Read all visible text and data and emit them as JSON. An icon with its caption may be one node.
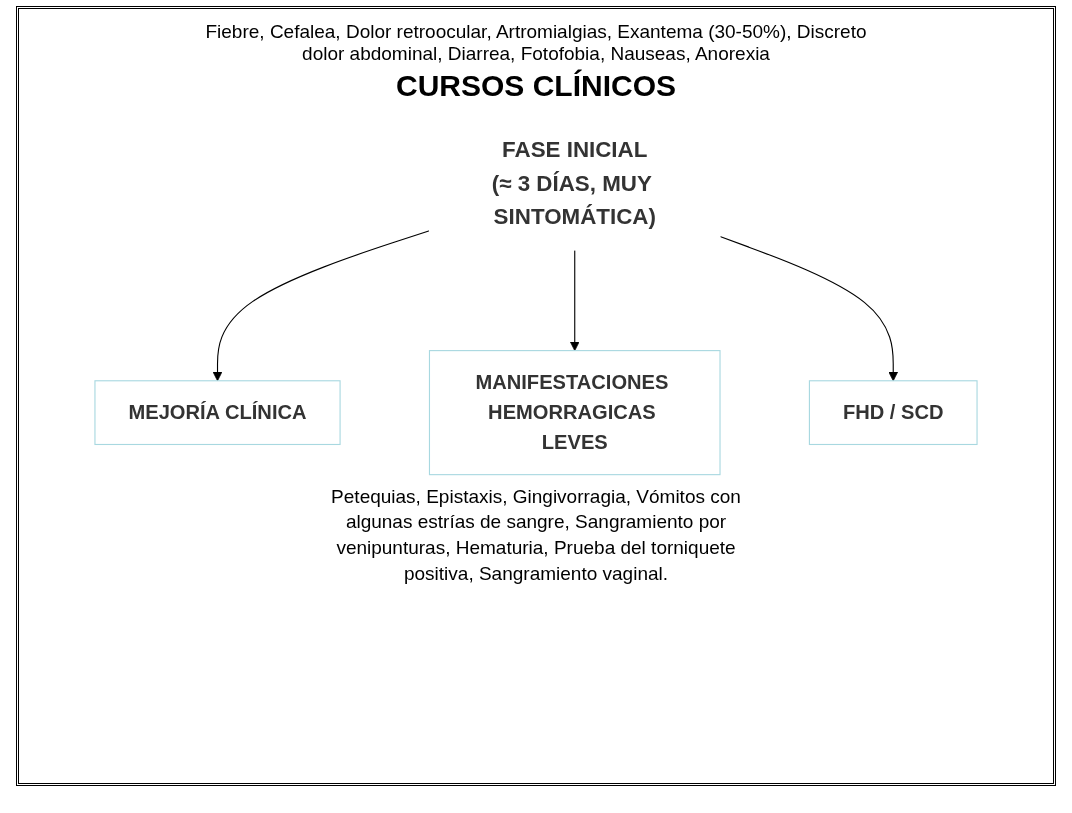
{
  "diagram": {
    "nodes": [
      {
        "text": [
          "FASE INICIAL",
          "(≈ 3 DÍAS, MUY SINTOMÁTICA)"
        ]
      },
      {
        "text": [
          "MEJORÍA CLÍNICA"
        ]
      },
      {
        "text": [
          "MANIFESTACIONES HEMORRAGICAS LEVES"
        ],
        "beside": [
          "Petequias, Epistaxis, Gingivorragia, Vómitos con algunas estrías de sangre, Sangramiento por venipunturas, Hematuria, Prueba del torniquete positiva, Sangramiento vaginal."
        ]
      },
      {
        "text": [
          "FHD / SCD"
        ]
      }
    ],
    "edges": [
      {
        "from": 0,
        "to": 1,
        "arrow": "to"
      },
      {
        "from": 0,
        "to": 2,
        "arrow": "to"
      },
      {
        "from": 0,
        "to": 3,
        "arrow": "to"
      }
    ],
    "labels": [
      "Fiebre, Cefalea, Dolor retroocular, Artromialgias, Exantema (30-50%), Discreto dolor abdominal, Diarrea, Fotofobia, Nauseas, Anorexia",
      "CURSOS CLÍNICOS"
    ]
  }
}
